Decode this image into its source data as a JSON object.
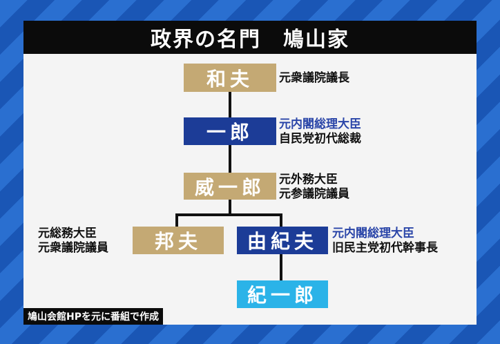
{
  "title": "政界の名門　鳩山家",
  "members": {
    "kazuo": "和夫",
    "ichiro": "一郎",
    "iichiro": "威一郎",
    "kunio": "邦夫",
    "yukio": "由紀夫",
    "kiichiro": "紀一郎"
  },
  "notes": {
    "kazuo": [
      "元衆議院議長"
    ],
    "ichiro": [
      "元内閣総理大臣",
      "自民党初代総裁"
    ],
    "iichiro": [
      "元外務大臣",
      "元参議院議員"
    ],
    "kunio": [
      "元総務大臣",
      "元衆議院議員"
    ],
    "yukio": [
      "元内閣総理大臣",
      "旧民主党初代幹事長"
    ]
  },
  "source": "鳩山会館HPを元に番組で作成",
  "colors": {
    "gold": "#c4a974",
    "navy": "#1c3c97",
    "cyan": "#2bb3e8",
    "note_blue": "#2a45a8",
    "background": "#1f5fbf"
  }
}
